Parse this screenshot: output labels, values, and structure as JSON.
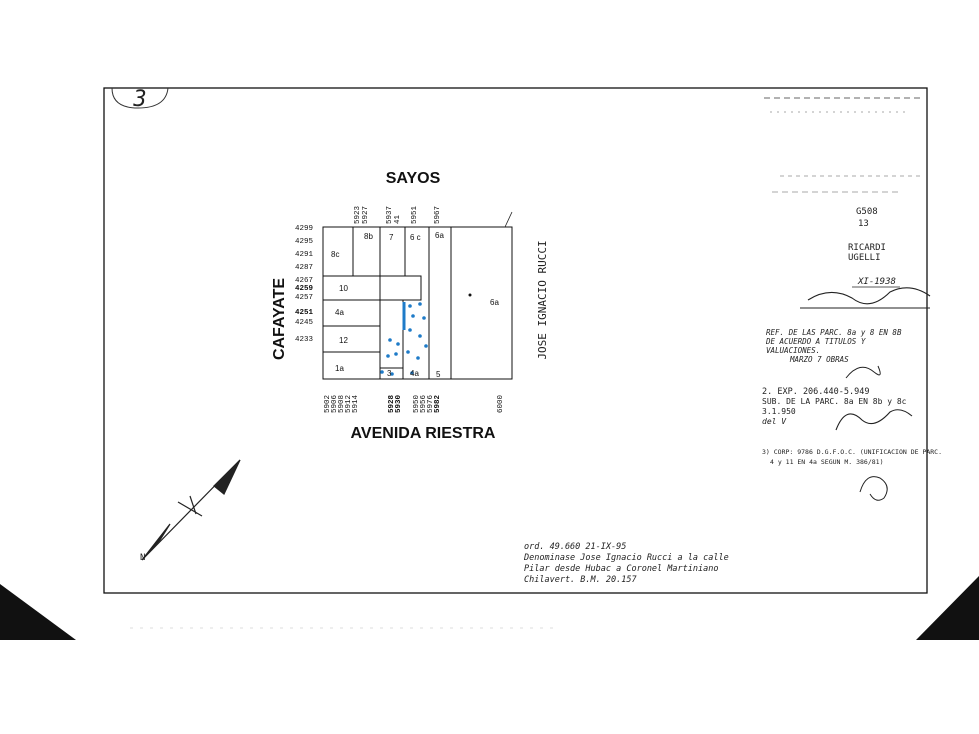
{
  "sheet_number": "3",
  "streets": {
    "north": "SAYOS",
    "south": "AVENIDA RIESTRA",
    "west": "CAFAYATE",
    "east": "JOSE IGNACIO RUCCI"
  },
  "lots": [
    "8b",
    "7",
    "6 c",
    "6a",
    "8c",
    "10",
    "4a",
    "12",
    "1a",
    "3",
    "4a",
    "5",
    "6a"
  ],
  "west_numbers": [
    "4299",
    "4295",
    "4291",
    "4287",
    "4267",
    "4259",
    "4257",
    "4251",
    "4245",
    "4233"
  ],
  "north_numbers": [
    "5923",
    "5927",
    "5937",
    "41",
    "5951",
    "5967"
  ],
  "south_numbers": [
    "5902",
    "5906",
    "5908",
    "5912",
    "5914",
    "5928",
    "5930",
    "5950",
    "5956",
    "5976",
    "5982",
    "6000"
  ],
  "annotations": {
    "top_right": {
      "codes": [
        "G508",
        "13"
      ],
      "names": [
        "RICARDI",
        "UGELLI"
      ],
      "date": "XI-1938"
    },
    "reference_note": [
      "REF. DE LAS PARC. 8a y 8 EN 8B",
      "DE ACUERDO A TITULOS Y",
      "VALUACIONES.",
      "MARZO 7 OBRAS"
    ],
    "expediente_note": [
      "2. EXP. 206.440-5.949",
      "SUB. DE LA PARC. 8a EN 8b y 8c",
      "3.1.950",
      "del V"
    ],
    "corrp_note": [
      "3) CORP: 9786 D.G.F.O.C. (UNIFICACION DE PARC.",
      "4 y 11 EN 4a SEGUN M. 386/81)"
    ],
    "ordinance_note": [
      "ord. 49.660  21-IX-95",
      "Denominase Jose Ignacio Rucci a la calle",
      "Pilar desde Hubac a Coronel Martiniano",
      "Chilavert.            B.M. 20.157"
    ]
  },
  "north_arrow": "N",
  "colors": {
    "ink": "#111111",
    "highlight": "#1e7bc8"
  }
}
